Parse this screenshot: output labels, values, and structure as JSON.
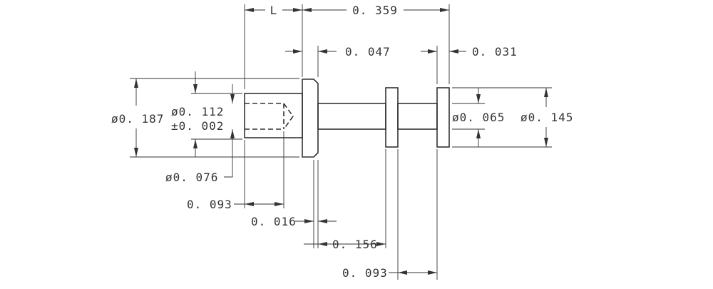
{
  "drawing": {
    "dimensions": {
      "length_label": "L",
      "overall_length": "0. 359",
      "flange_thickness": "0. 047",
      "end_collar_thickness": "0. 031",
      "head_diameter": "ø0. 187",
      "bore_diameter": "ø0. 112",
      "bore_tolerance": "±0. 002",
      "tip_diameter": "ø0. 076",
      "bore_depth": "0. 093",
      "chamfer": "0. 016",
      "shaft_to_collar": "0. 156",
      "collar_spacing": "0. 093",
      "shaft_diameter": "ø0. 065",
      "collar_diameter": "ø0. 145"
    }
  }
}
